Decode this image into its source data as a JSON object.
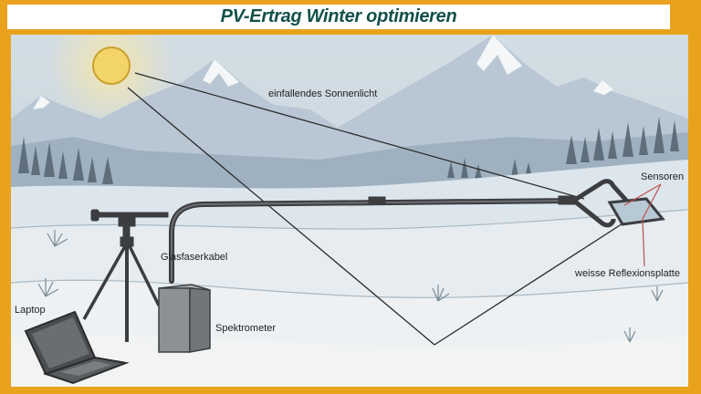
{
  "title": "PV-Ertrag Winter optimieren",
  "colors": {
    "frame": "#e9a21c",
    "title_text": "#12504a",
    "sky": "#c9d6df",
    "snow": "#eef2f4",
    "sun": "#f3d469",
    "ray_line": "#2b2b2b",
    "label_pointer": "#c0504d",
    "equipment": "#3b3d40"
  },
  "labels": {
    "sunlight": "einfallendes Sonnenlicht",
    "sensors": "Sensoren",
    "reflection_plate": "weisse Reflexionsplatte",
    "fiber_cable": "Glasfaserkabel",
    "laptop": "Laptop",
    "spectrometer": "Spektrometer"
  },
  "elements": {
    "sun": "sun-icon",
    "tripod": "tripod-icon",
    "boom_arm": "boom-arm",
    "sensor_head": "sensor-head-icon",
    "spectrometer_box": "spectrometer-icon",
    "laptop": "laptop-icon"
  }
}
